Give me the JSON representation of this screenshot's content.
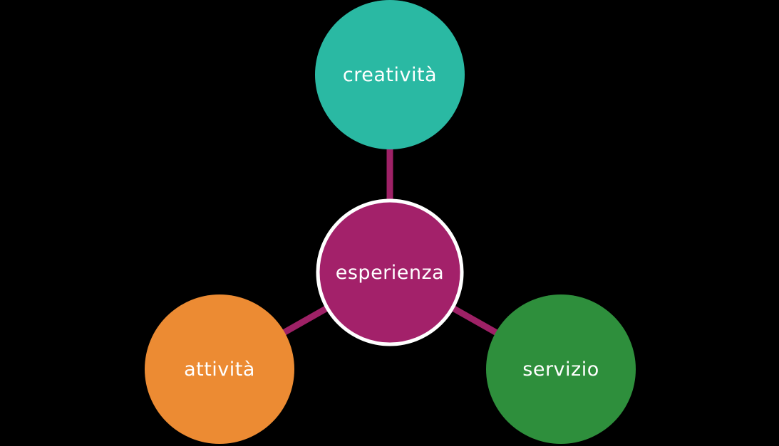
{
  "diagram": {
    "type": "radial-hub-diagram",
    "background_color": "#000000",
    "connector_color": "#9e2166",
    "text_color": "#ffffff",
    "center": {
      "label": "esperienza",
      "color": "#a3216a",
      "border_color": "#ffffff"
    },
    "nodes": [
      {
        "label": "creatività",
        "color": "#2ab9a3",
        "position": "top"
      },
      {
        "label": "attività",
        "color": "#ec8b33",
        "position": "bottom-left"
      },
      {
        "label": "servizio",
        "color": "#2e8f3c",
        "position": "bottom-right"
      }
    ]
  }
}
